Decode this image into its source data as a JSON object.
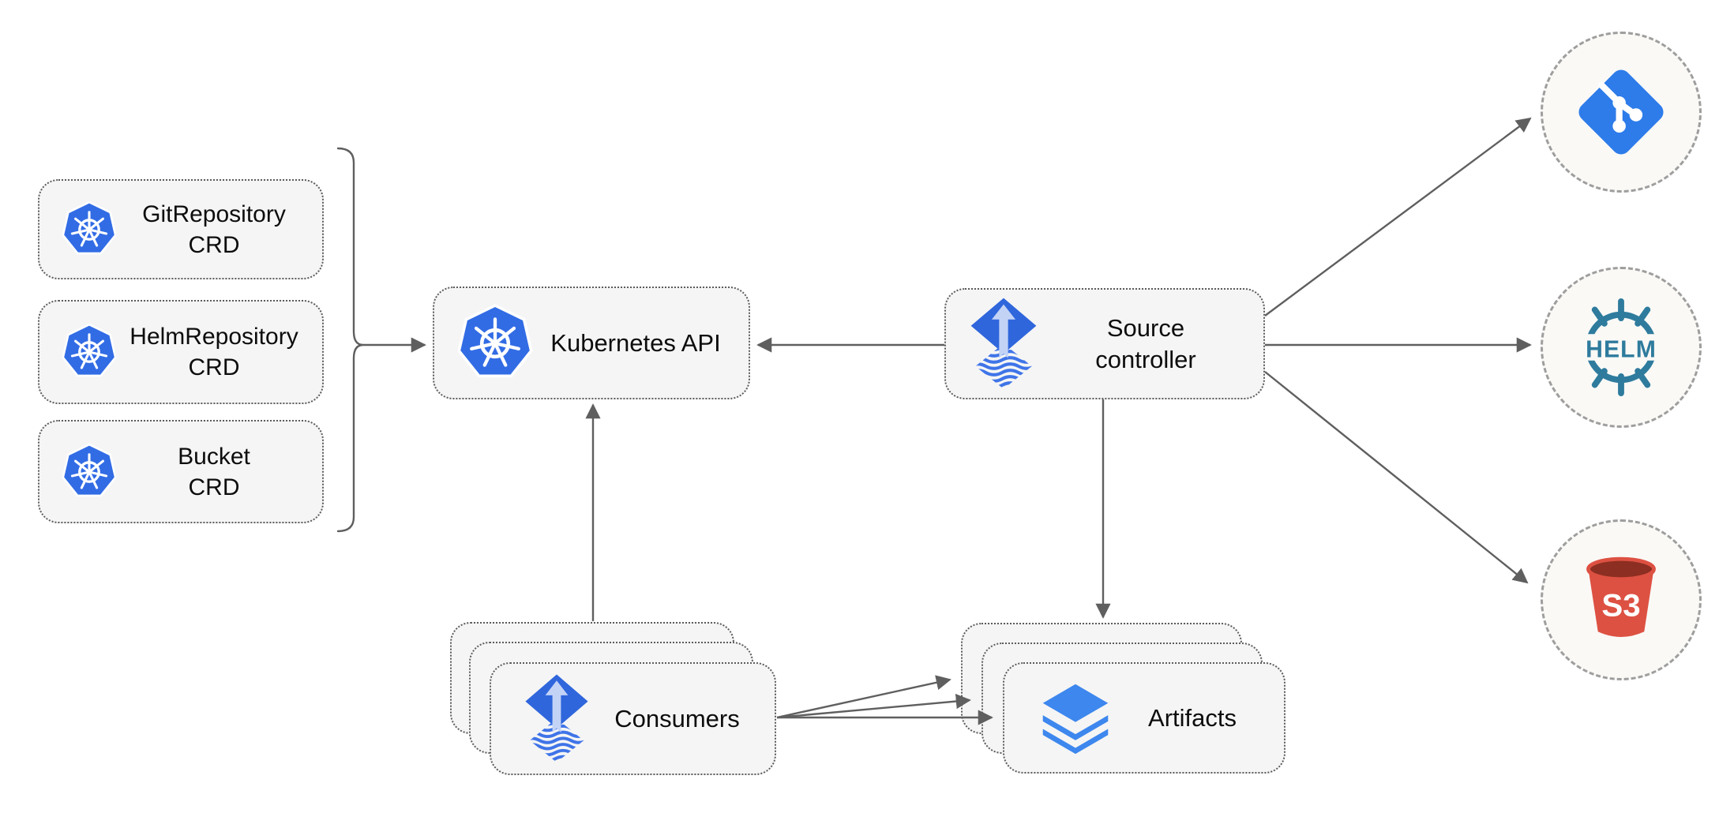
{
  "colors": {
    "kubernetes_blue": "#326ce5",
    "flux_blue": "#2f66dc",
    "flux_wave": "#3f74e8",
    "flux_arrow": "#c3d3f6",
    "layers_blue": "#3d87ee",
    "git_blue": "#2e7cea",
    "helm_teal": "#2e7b9d",
    "s3_red": "#dd5142",
    "s3_dark_red": "#8c2e21",
    "box_fill": "#f5f5f5",
    "box_border": "#5c5c5c",
    "circle_fill": "#faf9f6",
    "circle_border": "#9e9e9e",
    "edge_gray": "#5f5f5f",
    "text_color": "#0d0d0d"
  },
  "nodes": {
    "crd_boxes": [
      {
        "id": "gitrepository-crd",
        "icon": "kubernetes-icon",
        "lines": [
          "GitRepository",
          "CRD"
        ]
      },
      {
        "id": "helmrepository-crd",
        "icon": "kubernetes-icon",
        "lines": [
          "HelmRepository",
          "CRD"
        ]
      },
      {
        "id": "bucket-crd",
        "icon": "kubernetes-icon",
        "lines": [
          "Bucket",
          "CRD"
        ]
      }
    ],
    "kubernetes_api": {
      "icon": "kubernetes-icon",
      "label": "Kubernetes API"
    },
    "source_controller": {
      "icon": "flux-icon",
      "lines": [
        "Source",
        "controller"
      ]
    },
    "consumers": {
      "icon": "flux-icon",
      "label": "Consumers",
      "stacked": 3
    },
    "artifacts": {
      "icon": "layers-icon",
      "label": "Artifacts",
      "stacked": 3
    }
  },
  "external_targets": {
    "git": {
      "icon": "git-icon"
    },
    "helm": {
      "icon": "helm-icon",
      "label": "HELM"
    },
    "s3": {
      "icon": "s3-icon",
      "label": "S3"
    }
  },
  "edges": [
    {
      "from": "crd-group-bracket",
      "to": "kubernetes-api"
    },
    {
      "from": "source-controller",
      "to": "kubernetes-api"
    },
    {
      "from": "consumers",
      "to": "kubernetes-api"
    },
    {
      "from": "source-controller",
      "to": "artifacts"
    },
    {
      "from": "source-controller",
      "to": "git"
    },
    {
      "from": "source-controller",
      "to": "helm"
    },
    {
      "from": "source-controller",
      "to": "s3"
    },
    {
      "from": "consumers",
      "to": "artifacts"
    },
    {
      "from": "consumers",
      "to": "artifacts"
    },
    {
      "from": "consumers",
      "to": "artifacts"
    }
  ]
}
